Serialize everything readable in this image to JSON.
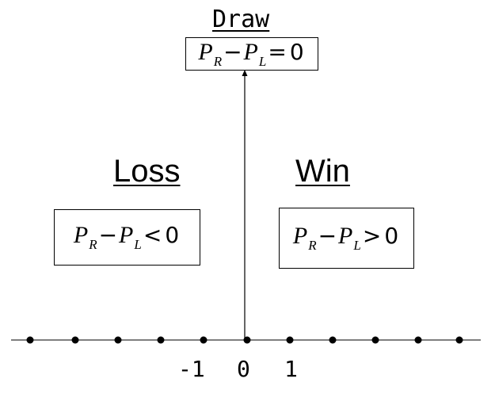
{
  "headings": {
    "draw": "Draw",
    "loss": "Loss",
    "win": "Win"
  },
  "formulas": {
    "draw": {
      "a": "P",
      "a_sub": "R",
      "op1": "−",
      "b": "P",
      "b_sub": "L",
      "rel": "=",
      "rhs": "0"
    },
    "loss": {
      "a": "P",
      "a_sub": "R",
      "op1": "−",
      "b": "P",
      "b_sub": "L",
      "rel": "<",
      "rhs": "0"
    },
    "win": {
      "a": "P",
      "a_sub": "R",
      "op1": "−",
      "b": "P",
      "b_sub": "L",
      "rel": ">",
      "rhs": "0"
    }
  },
  "number_line": {
    "tick_labels": [
      "-1",
      "0",
      "1"
    ],
    "point_count": 11
  },
  "colors": {
    "ink": "#000000",
    "axis": "#555555"
  }
}
